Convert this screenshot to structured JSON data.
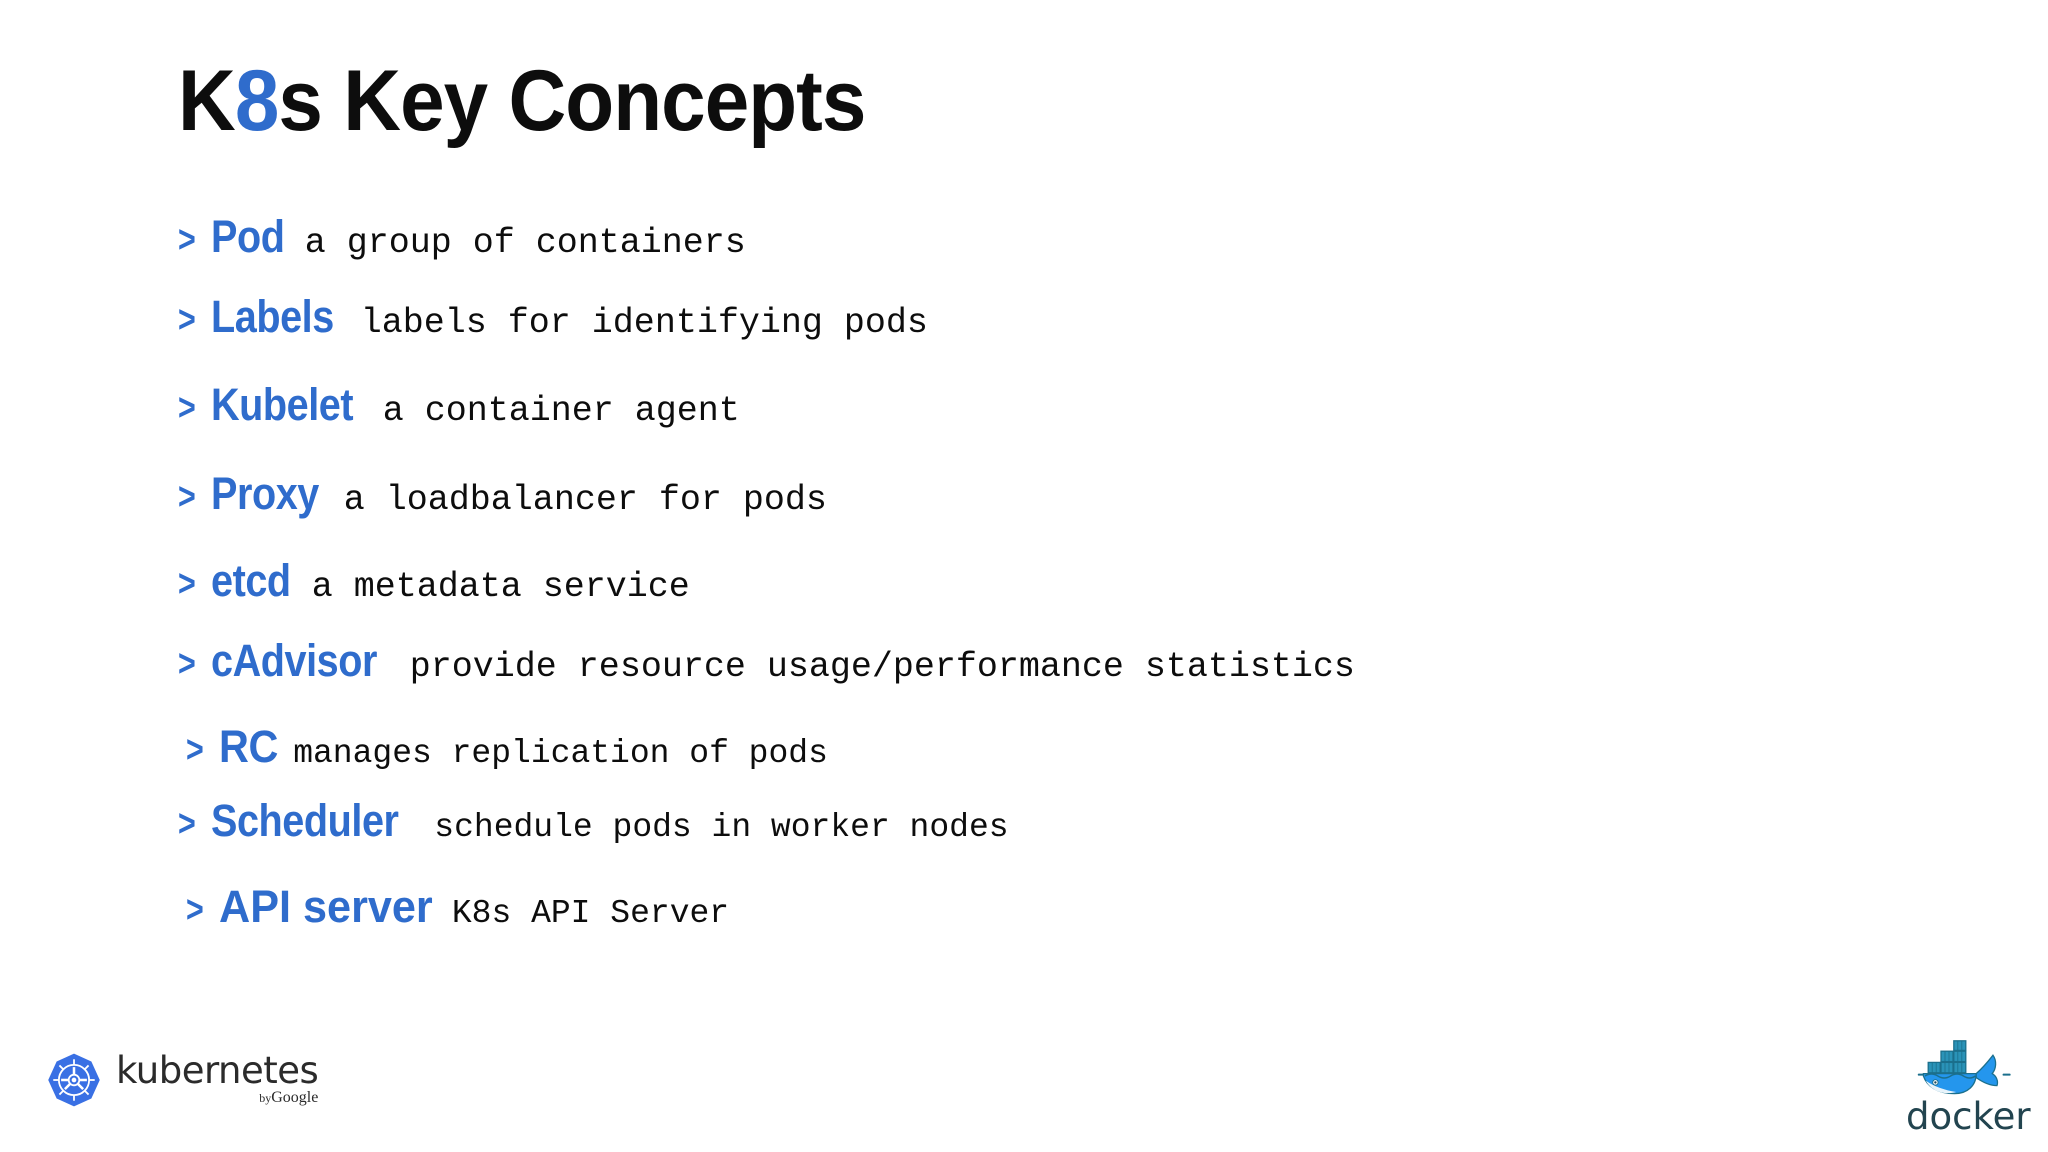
{
  "slide": {
    "title_prefix": "K",
    "title_accent": "8",
    "title_suffix": "s Key Concepts",
    "title_full": "K8s Key Concepts",
    "background_color": "#ffffff",
    "accent_color": "#2f6ccc",
    "text_color": "#0d0d0d"
  },
  "bullets": {
    "marker": ">",
    "items": [
      {
        "term": "Pod",
        "desc": "a group of containers"
      },
      {
        "term": "Labels",
        "desc": "labels for identifying pods"
      },
      {
        "term": "Kubelet",
        "desc": "a container agent"
      },
      {
        "term": "Proxy",
        "desc": "a loadbalancer for pods"
      },
      {
        "term": "etcd",
        "desc": "a metadata service"
      },
      {
        "term": "cAdvisor",
        "desc": "provide resource usage/performance statistics"
      },
      {
        "term": "RC",
        "desc": "manages replication of pods"
      },
      {
        "term": "Scheduler",
        "desc": "schedule pods in worker nodes"
      },
      {
        "term": "API server",
        "desc": "K8s API Server"
      }
    ]
  },
  "footer": {
    "kubernetes": {
      "wordmark": "kubernetes",
      "byline_by": "by",
      "byline_brand": "Google",
      "mark_color": "#3970e4",
      "icon": "kubernetes-helm-icon"
    },
    "docker": {
      "wordmark": "docker",
      "body_color": "#2496ed",
      "container_color": "#1b6f8c",
      "text_color": "#22444f",
      "icon": "docker-whale-icon"
    }
  }
}
